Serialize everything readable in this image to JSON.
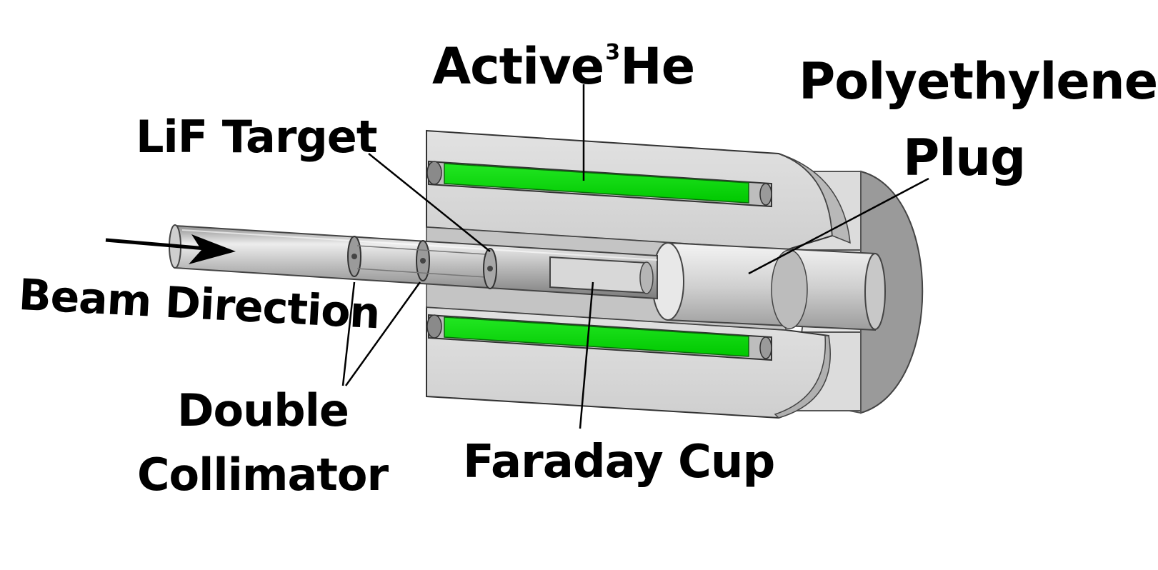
{
  "labels": {
    "active_he": "Active",
    "active_he_sup": "3",
    "active_he_tail": "He",
    "polyethylene": "Polyethylene",
    "plug": "Plug",
    "lif_target": "LiF Target",
    "beam_direction": "Beam Direction",
    "double": "Double",
    "collimator": "Collimator",
    "faraday_cup": "Faraday Cup"
  },
  "colors": {
    "he3_tube": "#00dd00",
    "metal": "#d4d4d4",
    "metal_dark": "#8a8a8a",
    "leader": "#000000"
  }
}
